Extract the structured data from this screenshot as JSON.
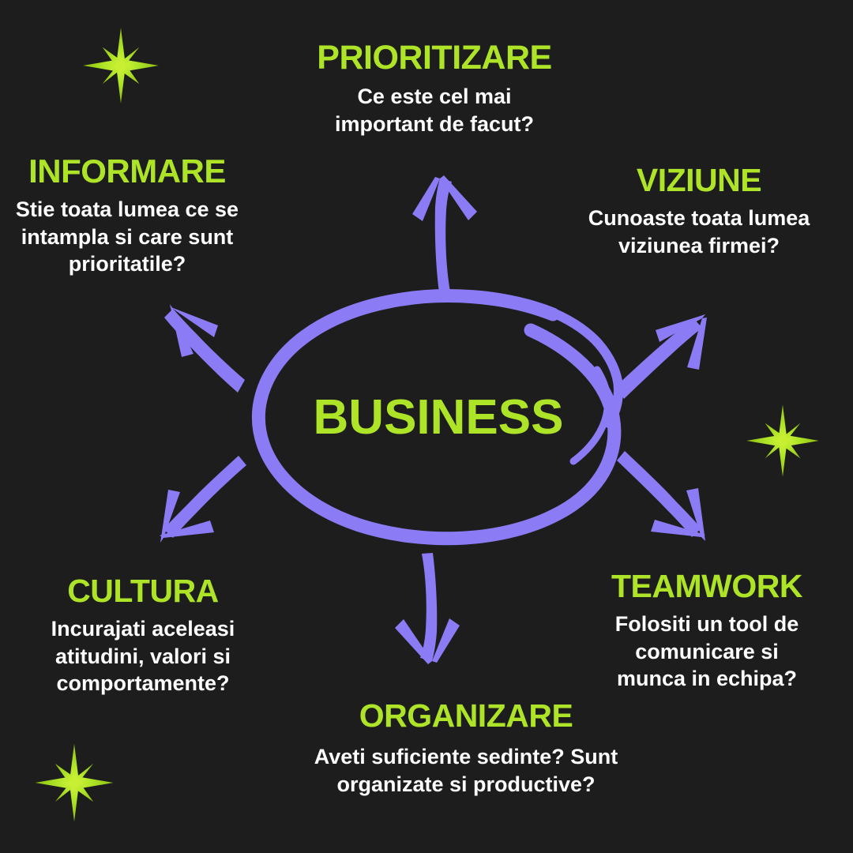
{
  "theme": {
    "background": "#1e1d1d",
    "accent_green": "#aee427",
    "arrow_purple": "#8b7cf5",
    "text_white": "#fdfdfd"
  },
  "center": {
    "label": "BUSINESS",
    "shape": "hand-drawn-ellipse"
  },
  "nodes": [
    {
      "id": "prioritizare",
      "title": "PRIORITIZARE",
      "desc_line1": "Ce este cel mai",
      "desc_line2": "important de facut?",
      "arrow": "arrow-up"
    },
    {
      "id": "informare",
      "title": "INFORMARE",
      "desc_line1": "Stie toata lumea ce se",
      "desc_line2": "intampla si care sunt",
      "desc_line3": "prioritatile?",
      "arrow": "arrow-up-left"
    },
    {
      "id": "viziune",
      "title": "VIZIUNE",
      "desc_line1": "Cunoaste toata lumea",
      "desc_line2": "viziunea firmei?",
      "arrow": "arrow-up-right"
    },
    {
      "id": "cultura",
      "title": "CULTURA",
      "desc_line1": "Incurajati aceleasi",
      "desc_line2": "atitudini, valori si",
      "desc_line3": "comportamente?",
      "arrow": "arrow-down-left"
    },
    {
      "id": "teamwork",
      "title": "TEAMWORK",
      "desc_line1": "Folositi un tool de",
      "desc_line2": "comunicare si",
      "desc_line3": "munca in echipa?",
      "arrow": "arrow-down-right"
    },
    {
      "id": "organizare",
      "title": "ORGANIZARE",
      "desc_line1": "Aveti suficiente sedinte? Sunt",
      "desc_line2": "organizate si productive?",
      "arrow": "arrow-down"
    }
  ],
  "decorations": [
    {
      "id": "sparkle-top-left",
      "icon": "sparkle-star-icon"
    },
    {
      "id": "sparkle-middle-right",
      "icon": "sparkle-star-icon"
    },
    {
      "id": "sparkle-bottom-left",
      "icon": "sparkle-star-icon"
    }
  ]
}
